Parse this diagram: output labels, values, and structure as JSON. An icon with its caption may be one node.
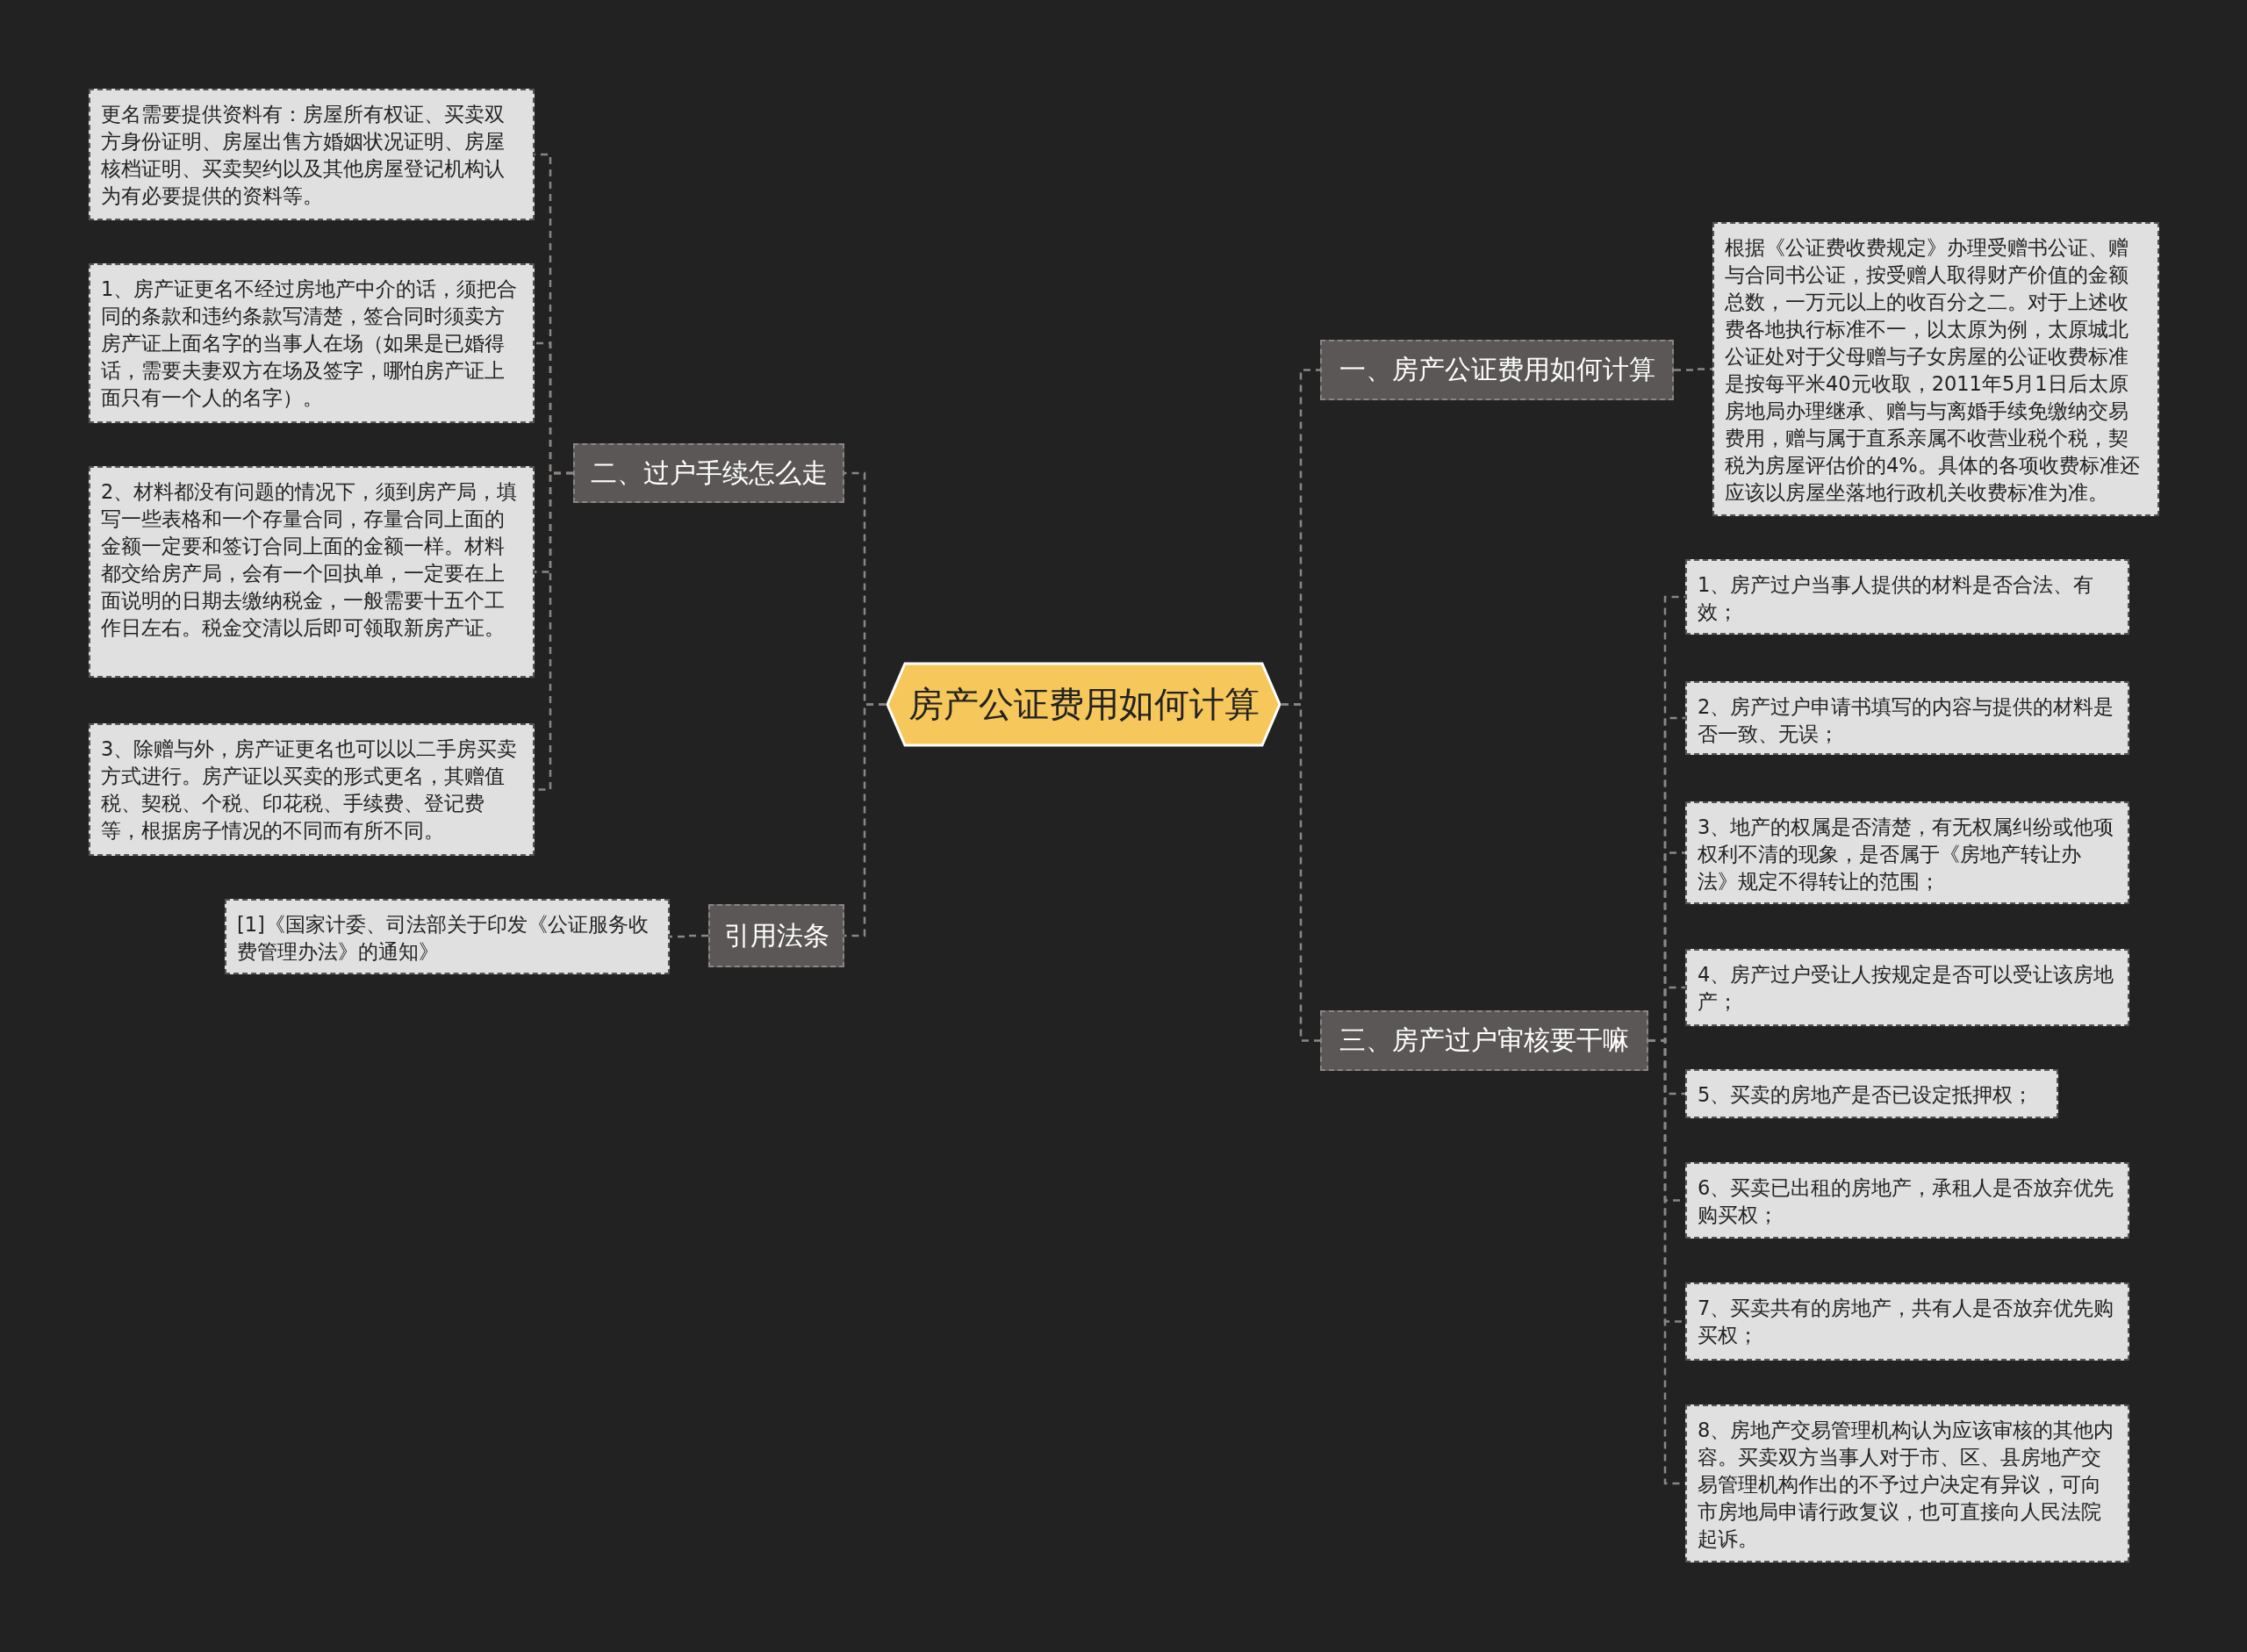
{
  "diagram": {
    "nodes": [
      {
        "text": [
          "房产公证费用如何计算"
        ]
      },
      {
        "text": [
          "一、房产公证费用如何计算"
        ]
      },
      {
        "text": [
          "根据《公证费收费规定》办理受赠书公证、赠与合同书公证，按受赠人取得财产价值的金额总数，一万元以上的收百分之二。对于上述收费各地执行标准不一，以太原为例，太原城北公证处对于父母赠与子女房屋的公证收费标准是按每平米40元收取，2011年5月1日后太原房地局办理继承、赠与与离婚手续免缴纳交易费用，赠与属于直系亲属不收营业税个税，契税为房屋评估价的4%。具体的各项收费标准还应该以房屋坐落地行政机关收费标准为准。"
        ]
      },
      {
        "text": [
          "二、过户手续怎么走"
        ]
      },
      {
        "text": [
          "更名需要提供资料有：房屋所有权证、买卖双方身份证明、房屋出售方婚姻状况证明、房屋核档证明、买卖契约以及其他房屋登记机构认为有必要提供的资料等。"
        ]
      },
      {
        "text": [
          "1、房产证更名不经过房地产中介的话，须把合同的条款和违约条款写清楚，签合同时须卖方房产证上面名字的当事人在场（如果是已婚得话，需要夫妻双方在场及签字，哪怕房产证上面只有一个人的名字）。"
        ]
      },
      {
        "text": [
          "2、材料都没有问题的情况下，须到房产局，填写一些表格和一个存量合同，存量合同上面的金额一定要和签订合同上面的金额一样。材料都交给房产局，会有一个回执单，一定要在上面说明的日期去缴纳税金，一般需要十五个工作日左右。税金交清以后即可领取新房产证。"
        ]
      },
      {
        "text": [
          "3、除赠与外，房产证更名也可以以二手房买卖方式进行。房产证以买卖的形式更名，其赠值税、契税、个税、印花税、手续费、登记费等，根据房子情况的不同而有所不同。"
        ]
      },
      {
        "text": [
          "引用法条"
        ]
      },
      {
        "text": [
          "[1]《国家计委、司法部关于印发《公证服务收费管理办法》的通知》"
        ]
      },
      {
        "text": [
          "三、房产过户审核要干嘛"
        ]
      },
      {
        "text": [
          "1、房产过户当事人提供的材料是否合法、有效；"
        ]
      },
      {
        "text": [
          "2、房产过户申请书填写的内容与提供的材料是否一致、无误；"
        ]
      },
      {
        "text": [
          "3、地产的权属是否清楚，有无权属纠纷或他项权利不清的现象，是否属于《房地产转让办法》规定不得转让的范围；"
        ]
      },
      {
        "text": [
          "4、房产过户受让人按规定是否可以受让该房地产；"
        ]
      },
      {
        "text": [
          "5、买卖的房地产是否已设定抵押权；"
        ]
      },
      {
        "text": [
          "6、买卖已出租的房地产，承租人是否放弃优先购买权；"
        ]
      },
      {
        "text": [
          "7、买卖共有的房地产，共有人是否放弃优先购买权；"
        ]
      },
      {
        "text": [
          "8、房地产交易管理机构认为应该审核的其他内容。买卖双方当事人对于市、区、县房地产交易管理机构作出的不予过户决定有异议，可向市房地局申请行政复议，也可直接向人民法院起诉。"
        ]
      }
    ],
    "edges": [
      {
        "from": 0,
        "to": 1,
        "arrow": "none"
      },
      {
        "from": 1,
        "to": 2,
        "arrow": "none"
      },
      {
        "from": 0,
        "to": 3,
        "arrow": "none"
      },
      {
        "from": 3,
        "to": 4,
        "arrow": "none"
      },
      {
        "from": 3,
        "to": 5,
        "arrow": "none"
      },
      {
        "from": 3,
        "to": 6,
        "arrow": "none"
      },
      {
        "from": 3,
        "to": 7,
        "arrow": "none"
      },
      {
        "from": 0,
        "to": 8,
        "arrow": "none"
      },
      {
        "from": 8,
        "to": 9,
        "arrow": "none"
      },
      {
        "from": 0,
        "to": 10,
        "arrow": "none"
      },
      {
        "from": 10,
        "to": 11,
        "arrow": "none"
      },
      {
        "from": 10,
        "to": 12,
        "arrow": "none"
      },
      {
        "from": 10,
        "to": 13,
        "arrow": "none"
      },
      {
        "from": 10,
        "to": 14,
        "arrow": "none"
      },
      {
        "from": 10,
        "to": 15,
        "arrow": "none"
      },
      {
        "from": 10,
        "to": 16,
        "arrow": "none"
      },
      {
        "from": 10,
        "to": 17,
        "arrow": "none"
      },
      {
        "from": 10,
        "to": 18,
        "arrow": "none"
      }
    ]
  }
}
